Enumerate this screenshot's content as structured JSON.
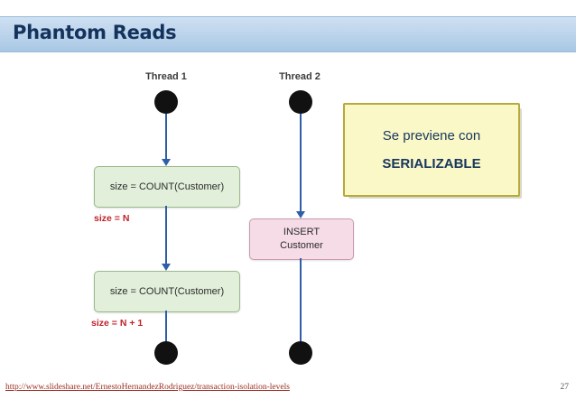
{
  "slide": {
    "title": "Phantom Reads",
    "page_number": "27",
    "footer_url": "http://www.slideshare.net/ErnestoHernandezRodriguez/transaction-isolation-levels"
  },
  "diagram": {
    "type": "sequence-flow",
    "lanes": [
      {
        "label": "Thread 1"
      },
      {
        "label": "Thread 2"
      }
    ],
    "thread1": {
      "steps": [
        {
          "kind": "start-node"
        },
        {
          "kind": "box",
          "text": "size =  COUNT(Customer)"
        },
        {
          "kind": "annotation",
          "text": "size = N"
        },
        {
          "kind": "box",
          "text": "size =  COUNT(Customer)"
        },
        {
          "kind": "annotation",
          "text": "size = N + 1"
        },
        {
          "kind": "end-node"
        }
      ]
    },
    "thread2": {
      "steps": [
        {
          "kind": "start-node"
        },
        {
          "kind": "box",
          "line1": "INSERT",
          "line2": "Customer"
        },
        {
          "kind": "end-node"
        }
      ]
    },
    "callout": {
      "line1": "Se previene con",
      "line2": "SERIALIZABLE"
    },
    "colors": {
      "title_bar": "#bcd4ec",
      "title_text": "#14335c",
      "arrow": "#2f5ea8",
      "green_box": "#e2efda",
      "pink_box": "#f5dce6",
      "callout_bg": "#fbf8c8",
      "callout_border": "#b8a93c",
      "annotation_text": "#c0232b",
      "node": "#111111"
    }
  }
}
